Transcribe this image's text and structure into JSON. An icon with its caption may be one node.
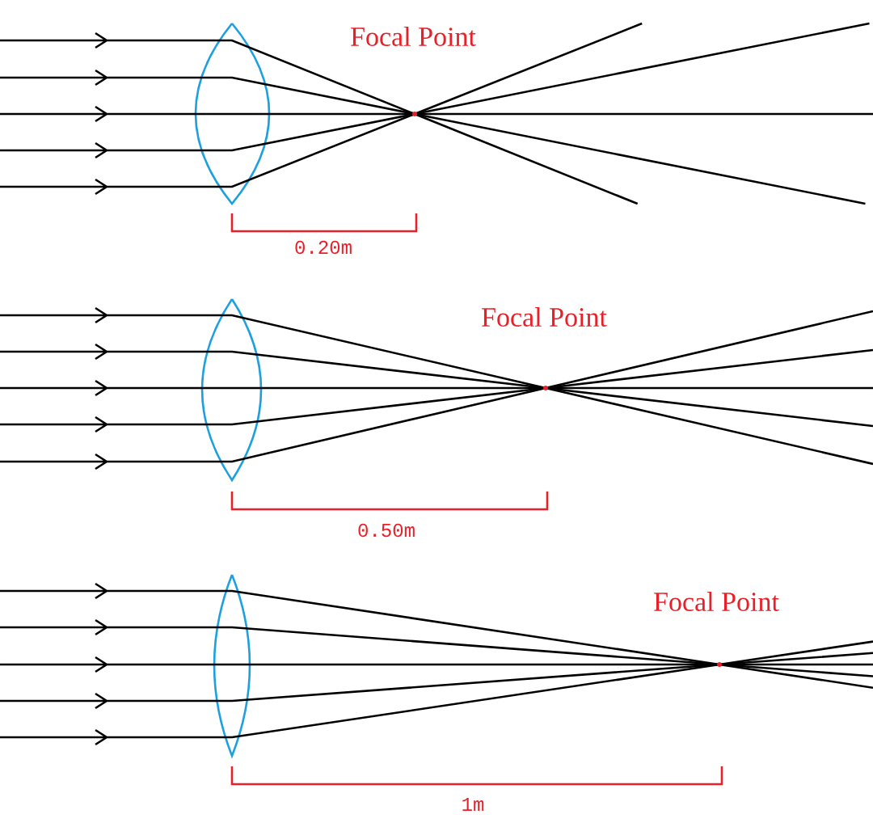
{
  "diagram": {
    "labels": [
      "Focal Point",
      "0.20m",
      "Focal Point",
      "0.50m",
      "Focal Point",
      "1m"
    ]
  }
}
